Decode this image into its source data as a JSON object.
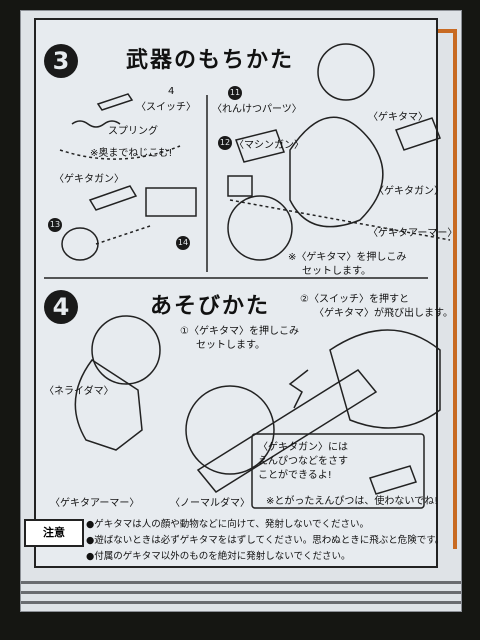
{
  "section3": {
    "number": "3",
    "title": "武器のもちかた",
    "label_4": "4",
    "switch_label": "〈スイッチ〉",
    "spring_label": "スプリング",
    "screw_note": "※奥までねじこむ!",
    "gekitagan_label": "〈ゲキタガン〉",
    "label_13": "13",
    "label_14": "14",
    "label_11": "11",
    "renketsu_label": "〈れんけつパーツ〉",
    "label_12": "12",
    "machinegun_label": "〈マシンガン〉",
    "gekitama_label": "〈ゲキタマ〉",
    "gekitagan_right_label": "〈ゲキタガン〉",
    "gekita_armor_label": "〈ゲキタアーマー〉",
    "push_note_line1": "※〈ゲキタマ〉を押しこみ",
    "push_note_line2": "セットします。"
  },
  "section4": {
    "number": "4",
    "title": "あそびかた",
    "step2_line1": "②〈スイッチ〉を押すと",
    "step2_line2": "〈ゲキタマ〉が飛び出します。",
    "step1_line1": "①〈ゲキタマ〉を押しこみ",
    "step1_line2": "セットします。",
    "neraidama_label": "〈ネライダマ〉",
    "gekita_armor_label": "〈ゲキタアーマー〉",
    "normaldama_label": "〈ノーマルダマ〉",
    "pencil_note_line1": "〈ゲキタガン〉には",
    "pencil_note_line2": "えんぴつなどをさす",
    "pencil_note_line3": "ことができるよ!",
    "sharp_pencil_note": "※とがったえんぴつは、使わないでね!"
  },
  "caution": {
    "label": "注意",
    "line1": "●ゲキタマは人の顔や動物などに向けて、発射しないでください。",
    "line2": "●遊ばないときは必ずゲキタマをはずしてください。思わぬときに飛ぶと危険です。",
    "line3": "●付属のゲキタマ以外のものを絶対に発射しないでください。"
  }
}
